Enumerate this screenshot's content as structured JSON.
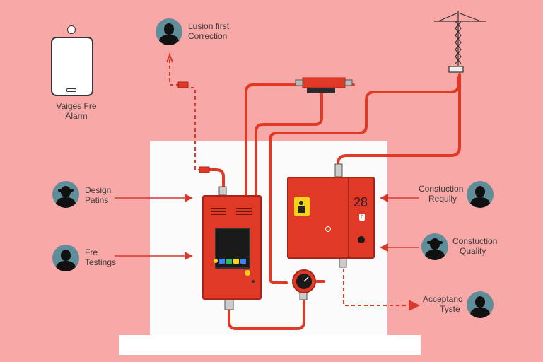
{
  "labels": {
    "top_center": [
      "Lusion first",
      "Correction"
    ],
    "top_left": [
      "Vaiges Fre",
      "Alarm"
    ],
    "left_1": [
      "Design",
      "Patins"
    ],
    "left_2": [
      "Fre",
      "Testings"
    ],
    "right_1": [
      "Constuction",
      "Reqully"
    ],
    "right_2": [
      "Constuction",
      "Quality"
    ],
    "right_3": [
      "Acceptanc",
      "Tyste"
    ]
  },
  "panel_right": {
    "number": "28",
    "small_tag": "b"
  },
  "colors": {
    "background": "#f8a8a6",
    "pipe": "#e03a26",
    "panel": "#e03a26",
    "avatar": "#5f8e9a",
    "warning_badge": "#f6d21b"
  },
  "icons": {
    "top_center_avatar": "person-icon",
    "left_avatars": "person-icon",
    "right_avatars": "person-icon",
    "tower": "antenna-tower-icon",
    "device": "smartphone-icon",
    "gauge": "pressure-gauge-icon"
  }
}
